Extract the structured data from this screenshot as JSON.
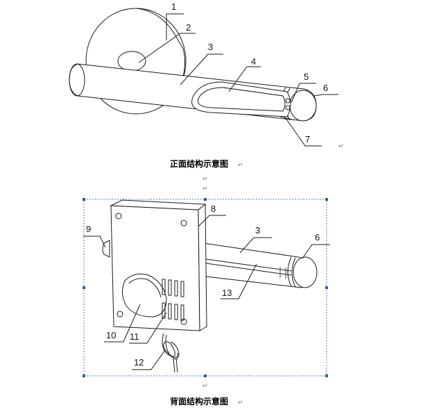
{
  "front_view": {
    "labels": [
      "1",
      "2",
      "3",
      "4",
      "5",
      "6",
      "7"
    ],
    "caption": "正面结构示意图"
  },
  "back_view": {
    "labels": [
      "8",
      "9",
      "3",
      "6",
      "13",
      "10",
      "11",
      "12"
    ],
    "caption": "背面结构示意图"
  },
  "paragraph_mark": "↵"
}
